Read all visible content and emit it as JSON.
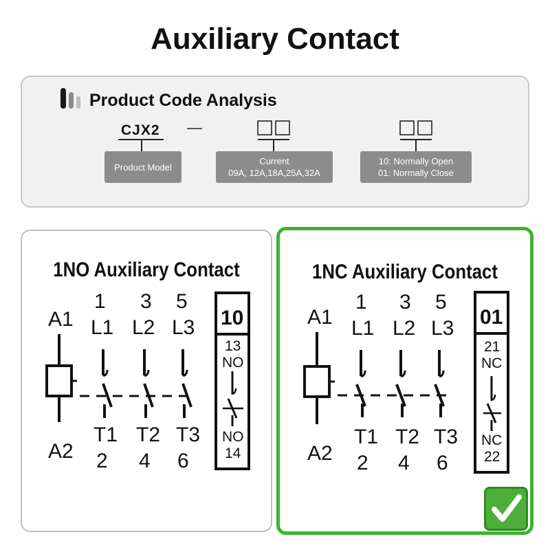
{
  "title": "Auxiliary Contact",
  "code_analysis": {
    "heading": "Product Code Analysis",
    "model_code": "CJX2",
    "dash": "—",
    "tags": {
      "model": [
        "Product Model"
      ],
      "current": [
        "Current",
        "09A, 12A,18A,25A,32A"
      ],
      "contact": [
        "10: Normally Open",
        "01: Normally Close"
      ]
    }
  },
  "panels": {
    "no": {
      "title": "1NO Auxiliary Contact",
      "coil_top": "A1",
      "coil_bottom": "A2",
      "terminals_top": [
        [
          "1",
          "L1"
        ],
        [
          "3",
          "L2"
        ],
        [
          "5",
          "L3"
        ]
      ],
      "terminals_bottom": [
        [
          "T1",
          "2"
        ],
        [
          "T2",
          "4"
        ],
        [
          "T3",
          "6"
        ]
      ],
      "box_code": "10",
      "aux_top": [
        "13",
        "NO"
      ],
      "aux_bottom": [
        "NO",
        "14"
      ]
    },
    "nc": {
      "title": "1NC Auxiliary Contact",
      "coil_top": "A1",
      "coil_bottom": "A2",
      "terminals_top": [
        [
          "1",
          "L1"
        ],
        [
          "3",
          "L2"
        ],
        [
          "5",
          "L3"
        ]
      ],
      "terminals_bottom": [
        [
          "T1",
          "2"
        ],
        [
          "T2",
          "4"
        ],
        [
          "T3",
          "6"
        ]
      ],
      "box_code": "01",
      "aux_top": [
        "21",
        "NC"
      ],
      "aux_bottom": [
        "NC",
        "22"
      ]
    }
  },
  "colors": {
    "selected_border": "#3cb52d",
    "tag_bg": "#8c8c8c",
    "check_bg": "#4caf3a"
  },
  "icons": {
    "selected": "checkmark-icon",
    "heading": "bars-logo-icon"
  }
}
